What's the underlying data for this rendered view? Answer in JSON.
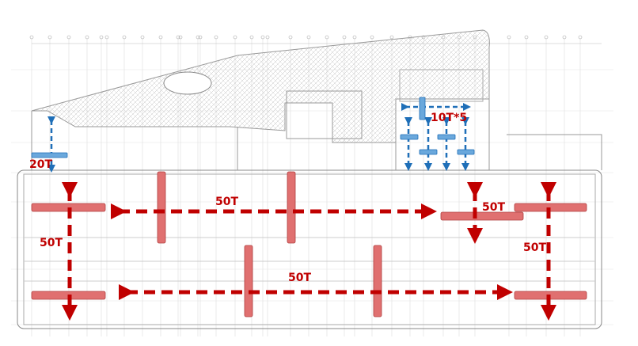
{
  "colors": {
    "heavy_crane": "#c00000",
    "heavy_crane_bar": "#e07070",
    "light_crane": "#1f6fb8",
    "light_crane_bar": "#6aa8dc",
    "drawing_line": "#999999"
  },
  "labels": {
    "crane_20t": "20T",
    "crane_10t_group": "10T*5",
    "crane_50t_top_center": "50T",
    "crane_50t_top_right": "50T",
    "crane_50t_left": "50T",
    "crane_50t_right": "50T",
    "crane_50t_bottom_center": "50T"
  }
}
